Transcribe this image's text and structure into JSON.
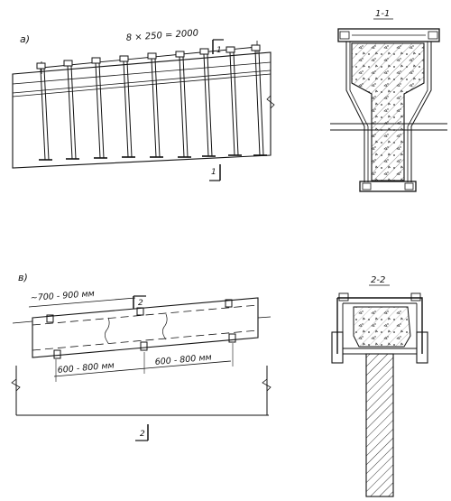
{
  "panel_a": {
    "letter": "a)",
    "dimension": "8 × 250 = 2000",
    "section_mark": "1",
    "section_mark_bottom": "1"
  },
  "section_1": {
    "title": "1-1"
  },
  "panel_b": {
    "letter": "в)",
    "spacing_top": "~700 - 900 мм",
    "spacing_left": "600 - 800 мм",
    "spacing_right": "600 - 800 мм",
    "section_mark_top": "2",
    "section_mark_bottom": "2"
  },
  "section_2": {
    "title": "2-2"
  },
  "colors": {
    "ink": "#111111",
    "hatch": "#333333",
    "background": "#ffffff"
  }
}
